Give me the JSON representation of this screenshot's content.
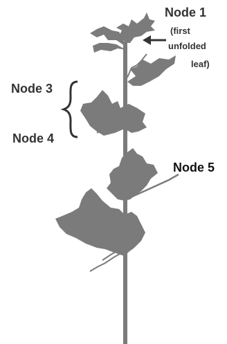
{
  "colors": {
    "plant": "#7b7b7b",
    "text": "#333333",
    "emphasis_text": "#111111",
    "background": "#ffffff"
  },
  "labels": {
    "node1": "Node 1",
    "node1_note_line1": "(first",
    "node1_note_line2": "unfolded",
    "node1_note_line3": "leaf)",
    "node3": "Node 3",
    "node4": "Node 4",
    "node5": "Node 5"
  },
  "icons": {
    "arrow": "left-arrow-icon",
    "bracket": "curly-brace-icon"
  }
}
